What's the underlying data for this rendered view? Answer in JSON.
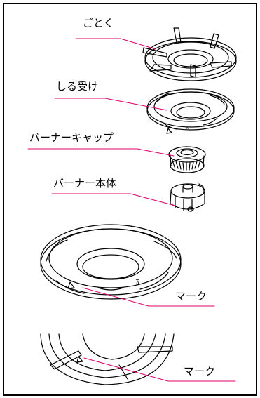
{
  "labels": {
    "gotoku": "ごとく",
    "shiru_uke": "しる受け",
    "burner_cap": "バーナーキャップ",
    "burner_body": "バーナー本体",
    "mark_1": "マーク",
    "mark_2": "マーク"
  },
  "colors": {
    "line": "#000000",
    "leader": "#e0006e"
  }
}
